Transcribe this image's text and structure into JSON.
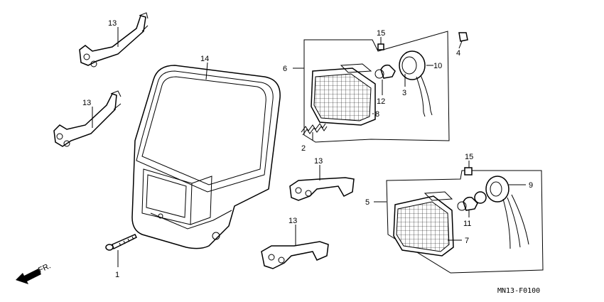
{
  "diagram": {
    "code": "MN13-F0100",
    "front_label": "FR.",
    "callouts": {
      "c1": "1",
      "c2": "2",
      "c3": "3",
      "c4": "4",
      "c5": "5",
      "c6": "6",
      "c7": "7",
      "c8": "8",
      "c9": "9",
      "c10": "10",
      "c11": "11",
      "c12": "12",
      "c13a": "13",
      "c13b": "13",
      "c13c": "13",
      "c13d": "13",
      "c14": "14",
      "c15a": "15",
      "c15b": "15"
    }
  }
}
